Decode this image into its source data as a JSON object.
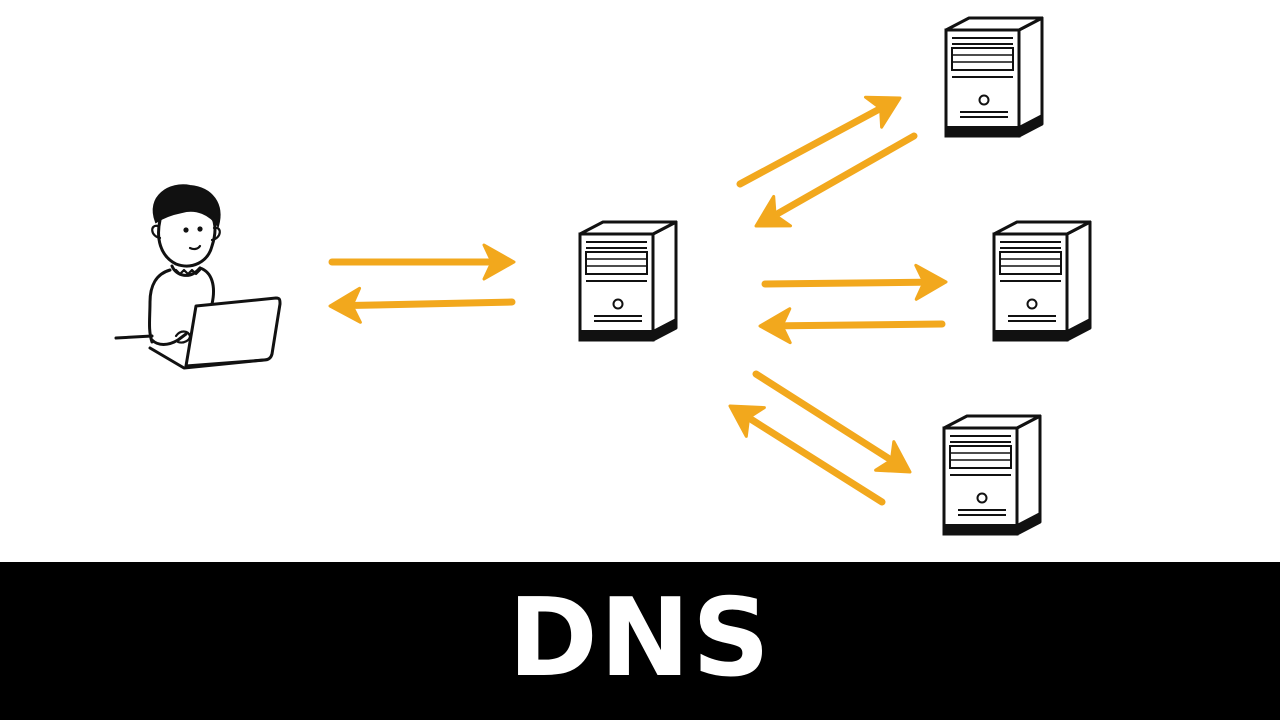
{
  "caption": {
    "text": "DNS"
  },
  "colors": {
    "arrow": "#F2A81D",
    "ink": "#111111",
    "caption_bg": "#000000",
    "caption_text": "#FFFFFF",
    "background": "#FFFFFF"
  },
  "nodes": [
    {
      "id": "user",
      "icon": "person-with-laptop-icon"
    },
    {
      "id": "resolver",
      "icon": "server-icon"
    },
    {
      "id": "server-top",
      "icon": "server-icon"
    },
    {
      "id": "server-middle",
      "icon": "server-icon"
    },
    {
      "id": "server-bottom",
      "icon": "server-icon"
    }
  ],
  "edges": [
    {
      "from": "user",
      "to": "resolver"
    },
    {
      "from": "resolver",
      "to": "user"
    },
    {
      "from": "resolver",
      "to": "server-top"
    },
    {
      "from": "server-top",
      "to": "resolver"
    },
    {
      "from": "resolver",
      "to": "server-middle"
    },
    {
      "from": "server-middle",
      "to": "resolver"
    },
    {
      "from": "resolver",
      "to": "server-bottom"
    },
    {
      "from": "server-bottom",
      "to": "resolver"
    }
  ]
}
